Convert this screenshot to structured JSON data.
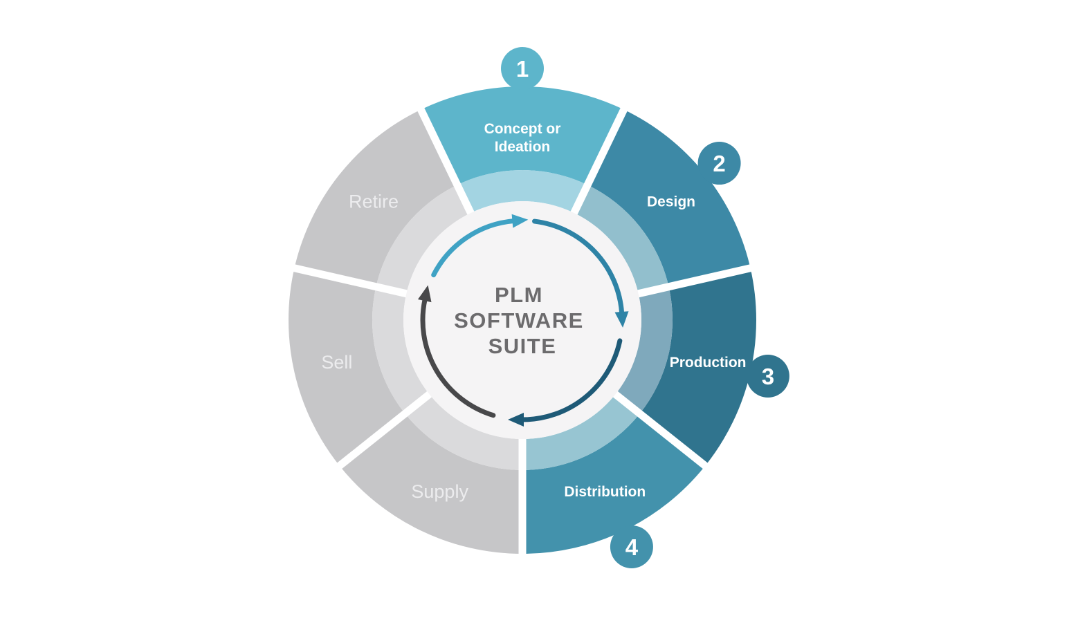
{
  "diagram": {
    "title_lines": [
      "PLM",
      "SOFTWARE",
      "SUITE"
    ],
    "center_text_color": "#6c6b6d",
    "center_disc_color": "#f5f4f5",
    "background_color": "#ffffff",
    "separator_color": "#ffffff",
    "segments": [
      {
        "name": "concept-or-ideation",
        "label": "Concept or Ideation",
        "label_lines": [
          "Concept or",
          "Ideation"
        ],
        "number": "1",
        "color": "#5db5cb",
        "inner_color": "#a3d4e2",
        "label_color": "#ffffff",
        "label_bold": true
      },
      {
        "name": "design",
        "label": "Design",
        "label_lines": [
          "Design"
        ],
        "number": "2",
        "color": "#3d89a6",
        "inner_color": "#92bfcd",
        "label_color": "#ffffff",
        "label_bold": true
      },
      {
        "name": "production",
        "label": "Production",
        "label_lines": [
          "Production"
        ],
        "number": "3",
        "color": "#30748e",
        "inner_color": "#7fa9bc",
        "label_color": "#ffffff",
        "label_bold": true
      },
      {
        "name": "distribution",
        "label": "Distribution",
        "label_lines": [
          "Distribution"
        ],
        "number": "4",
        "color": "#4392ac",
        "inner_color": "#97c5d2",
        "label_color": "#ffffff",
        "label_bold": true
      },
      {
        "name": "supply",
        "label": "Supply",
        "label_lines": [
          "Supply"
        ],
        "number": null,
        "color": "#c6c6c8",
        "inner_color": "#dadadc",
        "label_color": "#ececee",
        "label_bold": false
      },
      {
        "name": "sell",
        "label": "Sell",
        "label_lines": [
          "Sell"
        ],
        "number": null,
        "color": "#c6c6c8",
        "inner_color": "#dadadc",
        "label_color": "#ececee",
        "label_bold": false
      },
      {
        "name": "retire",
        "label": "Retire",
        "label_lines": [
          "Retire"
        ],
        "number": null,
        "color": "#c6c6c8",
        "inner_color": "#dadadc",
        "label_color": "#ececee",
        "label_bold": false
      }
    ],
    "cycle_arrows": [
      {
        "name": "cycle-arrow-top-left",
        "color": "#3fa2c4"
      },
      {
        "name": "cycle-arrow-top-right",
        "color": "#2e83a6"
      },
      {
        "name": "cycle-arrow-bottom-right",
        "color": "#1e5a77"
      },
      {
        "name": "cycle-arrow-left",
        "color": "#48484a"
      }
    ]
  }
}
